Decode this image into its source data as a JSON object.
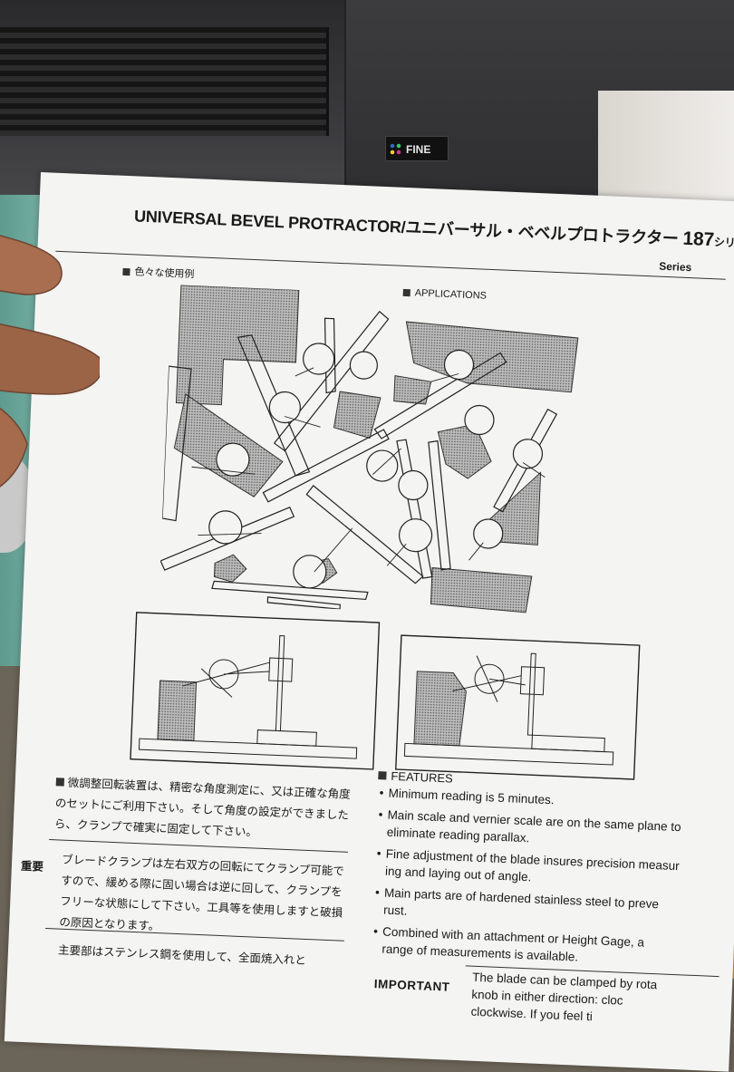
{
  "printer": {
    "brand": "FINE"
  },
  "document": {
    "title": "UNIVERSAL BEVEL PROTRACTOR/ユニバーサル・ベベルプロトラクター",
    "series_number": "187",
    "series_ja": "シリーズ",
    "series_en": "Series",
    "applications_heading_ja": "色々な使用例",
    "applications_heading_en": "APPLICATIONS",
    "japanese_notes": {
      "note1": "微調整回転装置は、精密な角度測定に、又は正確な角度のセットにご利用下さい。そして角度の設定ができましたら、クランプで確実に固定して下さい。",
      "important_label": "重要",
      "note2": "ブレードクランプは左右双方の回転にてクランプ可能ですので、緩める際に固い場合は逆に回して、クランプをフリーな状態にして下さい。工具等を使用しますと破損の原因となります。",
      "note3": "主要部はステンレス鋼を使用して、全面焼入れと"
    },
    "features": {
      "heading": "FEATURES",
      "items": [
        [
          "Minimum reading is 5 minutes."
        ],
        [
          "Main scale and vernier scale are on the same plane to",
          "eliminate reading parallax."
        ],
        [
          "Fine adjustment of the blade insures precision measur",
          "ing and laying out of angle."
        ],
        [
          "Main parts are of hardened stainless steel to preve",
          "rust."
        ],
        [
          "Combined with an attachment or Height Gage, a",
          "range of measurements is available."
        ]
      ]
    },
    "important": {
      "label": "IMPORTANT",
      "lines": [
        "The blade can be clamped by rota",
        "knob in either direction: cloc",
        "clockwise. If you feel ti"
      ]
    }
  }
}
